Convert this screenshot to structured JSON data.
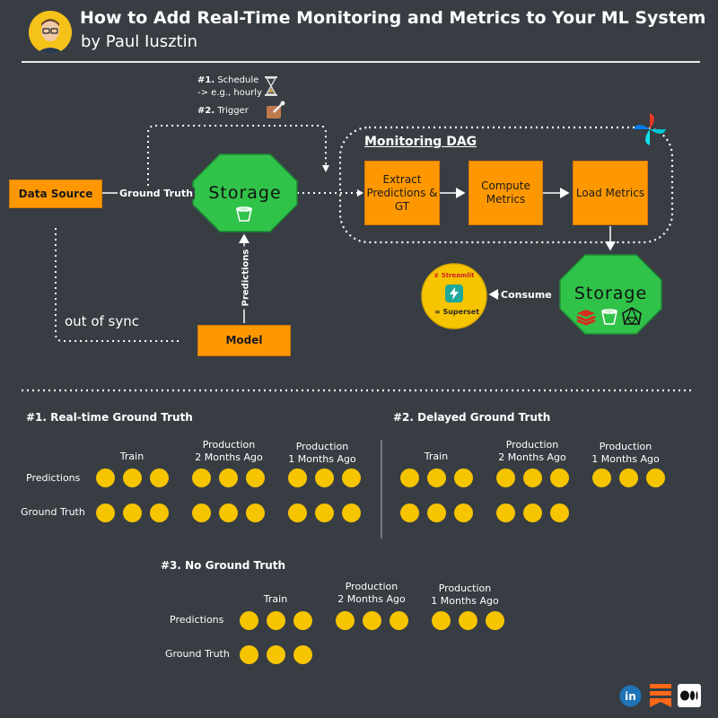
{
  "header": {
    "title": "How to Add Real-Time Monitoring and Metrics to Your ML System",
    "subtitle": "by Paul Iusztin"
  },
  "pipeline": {
    "data_source": "Data Source",
    "ground_truth_edge": "Ground Truth",
    "storage_main": "Storage",
    "predictions_edge": "Predictions",
    "model": "Model",
    "out_of_sync": "out of sync",
    "schedule_num": "#1.",
    "schedule_text": "Schedule",
    "schedule_example": "-> e.g., hourly",
    "trigger_num": "#2.",
    "trigger_text": "Trigger",
    "dag_title": "Monitoring DAG",
    "extract": "Extract Predictions & GT",
    "compute": "Compute Metrics",
    "load": "Load Metrics",
    "storage_metrics": "Storage",
    "consume_edge": "Consume",
    "streamlit": "Streamlit",
    "superset": "Superset"
  },
  "sections": [
    {
      "title": "#1. Real-time Ground Truth",
      "columns": [
        "Train",
        "Production\n2 Months Ago",
        "Production\n1 Months Ago"
      ],
      "rows": [
        {
          "label": "Predictions",
          "dots": [
            3,
            3,
            3
          ]
        },
        {
          "label": "Ground Truth",
          "dots": [
            3,
            3,
            3
          ]
        }
      ]
    },
    {
      "title": "#2. Delayed Ground Truth",
      "columns": [
        "Train",
        "Production\n2 Months Ago",
        "Production\n1 Months Ago"
      ],
      "rows": [
        {
          "label": "",
          "dots": [
            3,
            3,
            3
          ]
        },
        {
          "label": "",
          "dots": [
            3,
            3,
            0
          ]
        }
      ]
    },
    {
      "title": "#3. No Ground Truth",
      "columns": [
        "Train",
        "Production\n2 Months Ago",
        "Production\n1 Months Ago"
      ],
      "rows": [
        {
          "label": "Predictions",
          "dots": [
            3,
            3,
            3
          ]
        },
        {
          "label": "Ground Truth",
          "dots": [
            3,
            0,
            0
          ]
        }
      ]
    }
  ],
  "footer_icons": [
    "linkedin-icon",
    "substack-icon",
    "medium-icon"
  ],
  "colors": {
    "background": "#373d43",
    "orange": "#ff9800",
    "green": "#31c24a",
    "yellow": "#f7c400"
  }
}
